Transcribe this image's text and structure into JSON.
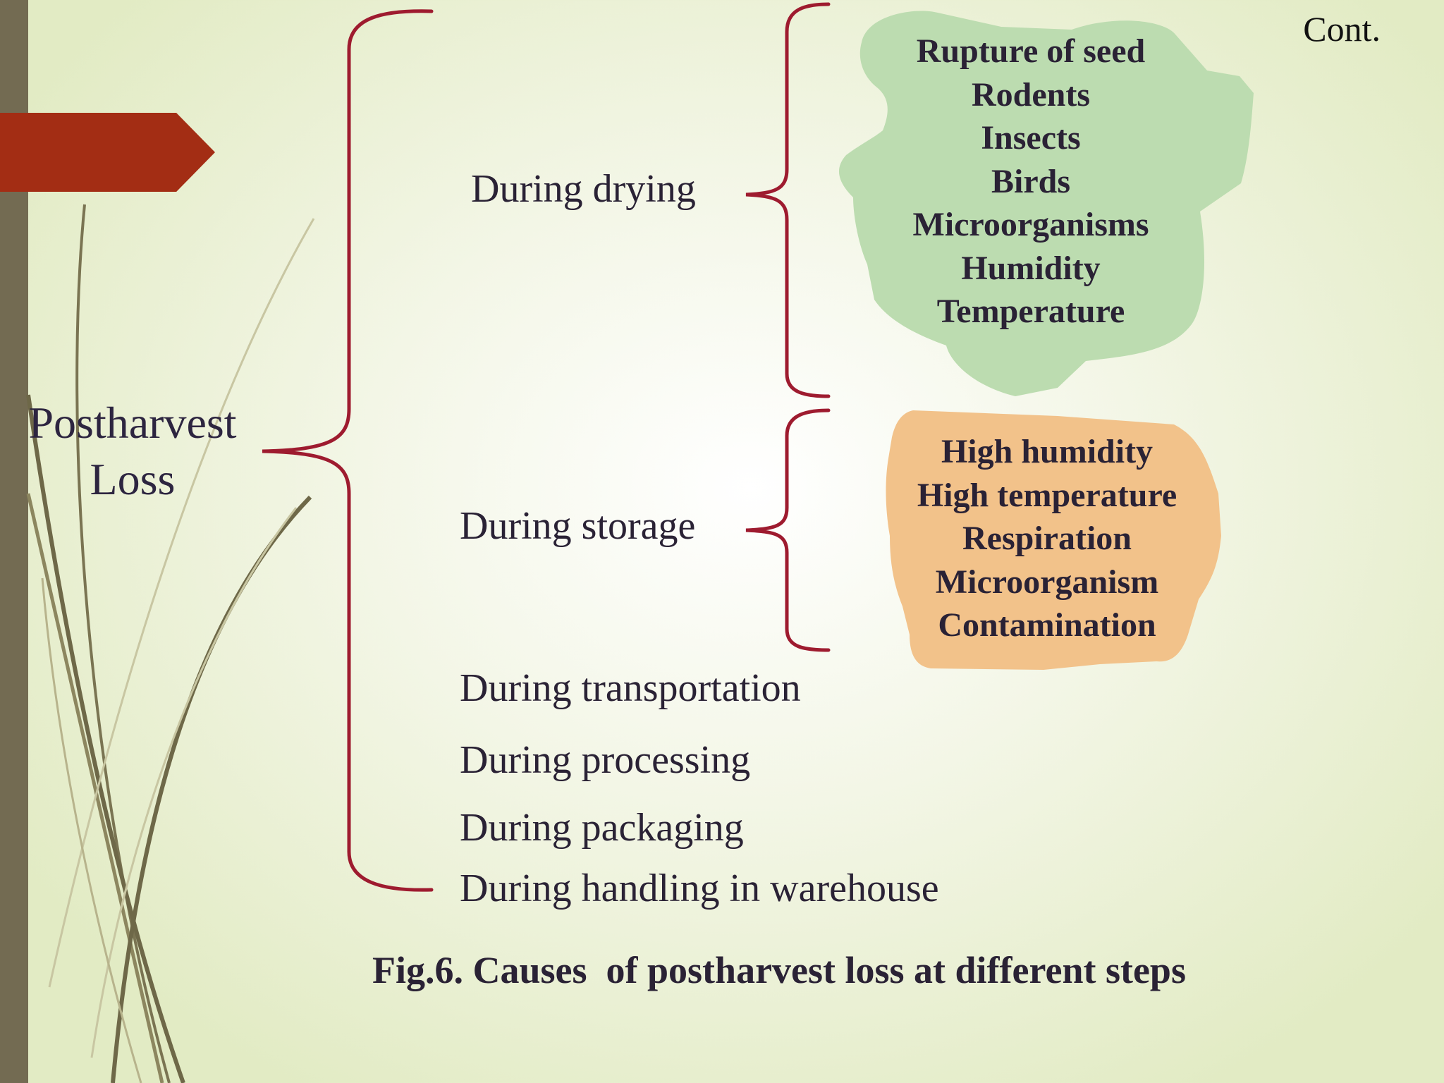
{
  "corner_label": "Cont.",
  "root": {
    "lines": [
      "Postharvest",
      "Loss"
    ]
  },
  "steps": [
    "During drying",
    "During storage",
    "During transportation",
    "During processing",
    "During packaging",
    "During handling in warehouse"
  ],
  "drying_causes": {
    "color": "#bcdcb0",
    "items": [
      "Rupture of seed",
      "Rodents",
      "Insects",
      "Birds",
      "Microorganisms",
      "Humidity",
      "Temperature"
    ]
  },
  "storage_causes": {
    "color": "#f2c28a",
    "items": [
      "High humidity",
      "High temperature",
      "Respiration",
      "Microorganism",
      "Contamination"
    ]
  },
  "caption": "Fig.6. Causes  of postharvest loss at different steps",
  "colors": {
    "bracket": "#9e1b2f",
    "side_bar": "#736b52",
    "tab": "#a32d14"
  }
}
